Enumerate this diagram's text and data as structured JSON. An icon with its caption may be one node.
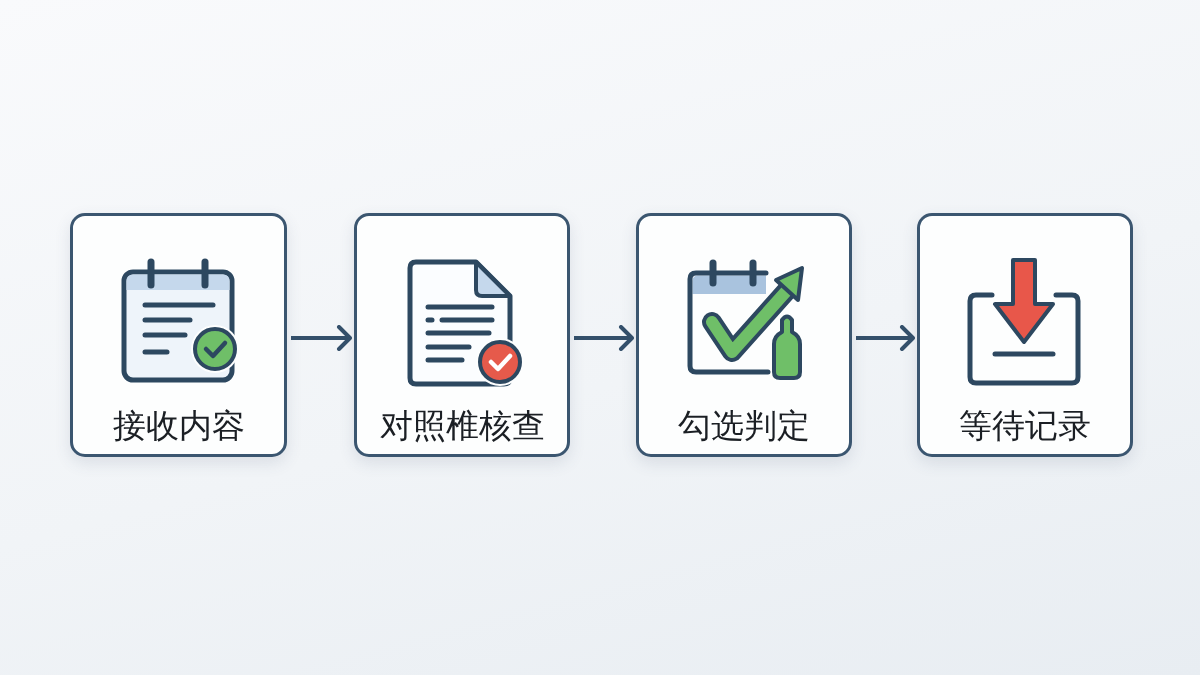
{
  "diagram": {
    "nodes": [
      {
        "text": [
          "接收内容"
        ]
      },
      {
        "text": [
          "对照椎核查"
        ]
      },
      {
        "text": [
          "勾选判定"
        ]
      },
      {
        "text": [
          "等待记录"
        ]
      }
    ],
    "edges": [
      {
        "from": 0,
        "to": 1,
        "arrow": "to"
      },
      {
        "from": 1,
        "to": 2,
        "arrow": "to"
      },
      {
        "from": 2,
        "to": 3,
        "arrow": "to"
      }
    ]
  }
}
